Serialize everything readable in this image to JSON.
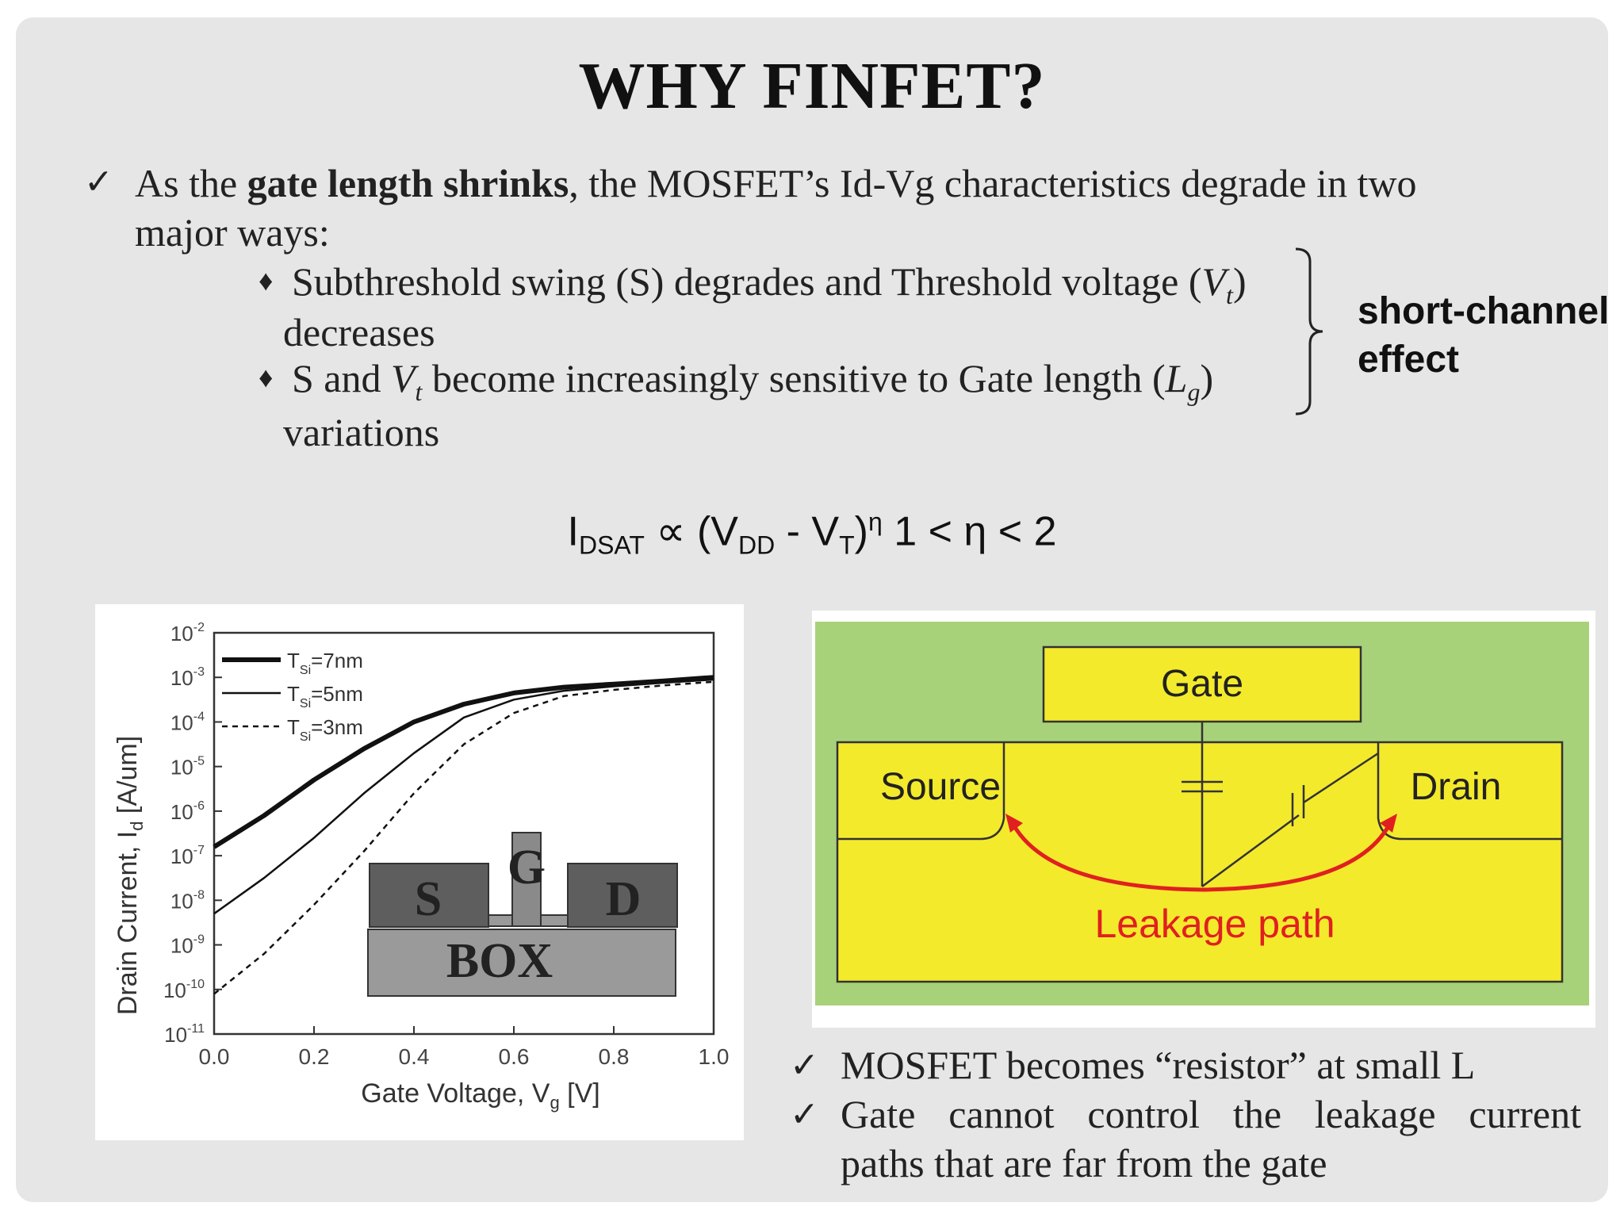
{
  "title": "WHY FINFET?",
  "intro": {
    "prefix": "As the ",
    "bold": "gate length shrinks",
    "suffix": ", the MOSFET’s Id-Vg characteristics degrade in two",
    "line2": "major ways:"
  },
  "bullets": [
    {
      "part1": "Subthreshold swing (S) degrades and Threshold voltage (",
      "sym": "V",
      "sub": "t",
      "part2": ")",
      "line2": "decreases"
    },
    {
      "part1": "S and ",
      "sym": "V",
      "sub": "t",
      "part2": " become increasingly sensitive to Gate length (",
      "sym2": "L",
      "sub2": "g",
      "part3": ")",
      "line2": "variations"
    }
  ],
  "short_channel_label": [
    "short-channel",
    "effect"
  ],
  "formula": {
    "I": "I",
    "I_sub": "DSAT",
    "mid": " ∝ (V",
    "vdd_sub": "DD",
    "minus": " - V",
    "vt_sub": "T",
    "close": ")",
    "exp": "η",
    "range": " 1 < η < 2"
  },
  "chart_data": {
    "type": "line",
    "xlabel": "Gate Voltage, V",
    "xlabel_sub": "g",
    "xlabel_unit": " [V]",
    "ylabel": "Drain Current, I",
    "ylabel_sub": "d",
    "ylabel_unit": " [A/um]",
    "log_y": true,
    "xlim": [
      0.0,
      1.0
    ],
    "ylim_exp": [
      -11,
      -2
    ],
    "x_ticks": [
      "0.0",
      "0.2",
      "0.4",
      "0.6",
      "0.8",
      "1.0"
    ],
    "y_ticks": [
      {
        "base": "10",
        "exp": "-2"
      },
      {
        "base": "10",
        "exp": "-3"
      },
      {
        "base": "10",
        "exp": "-4"
      },
      {
        "base": "10",
        "exp": "-5"
      },
      {
        "base": "10",
        "exp": "-6"
      },
      {
        "base": "10",
        "exp": "-7"
      },
      {
        "base": "10",
        "exp": "-8"
      },
      {
        "base": "10",
        "exp": "-9"
      },
      {
        "base": "10",
        "exp": "-10"
      },
      {
        "base": "10",
        "exp": "-11"
      }
    ],
    "legend_placement": "top-left",
    "series": [
      {
        "name": "T",
        "name_sub": "Si",
        "name_rest": "=7nm",
        "style": "thick",
        "x": [
          0.0,
          0.1,
          0.2,
          0.3,
          0.4,
          0.5,
          0.6,
          0.7,
          0.8,
          0.9,
          1.0
        ],
        "log_y": [
          -6.8,
          -6.1,
          -5.3,
          -4.6,
          -4.0,
          -3.6,
          -3.35,
          -3.22,
          -3.15,
          -3.08,
          -3.0
        ]
      },
      {
        "name": "T",
        "name_sub": "Si",
        "name_rest": "=5nm",
        "style": "thin",
        "x": [
          0.0,
          0.1,
          0.2,
          0.3,
          0.4,
          0.5,
          0.6,
          0.7,
          0.8,
          0.9,
          1.0
        ],
        "log_y": [
          -8.3,
          -7.5,
          -6.6,
          -5.6,
          -4.7,
          -3.9,
          -3.5,
          -3.3,
          -3.2,
          -3.12,
          -3.05
        ]
      },
      {
        "name": "T",
        "name_sub": "Si",
        "name_rest": "=3nm",
        "style": "dashed",
        "x": [
          0.0,
          0.1,
          0.2,
          0.3,
          0.4,
          0.5,
          0.6,
          0.7,
          0.8,
          0.9,
          1.0
        ],
        "log_y": [
          -10.1,
          -9.2,
          -8.1,
          -6.9,
          -5.6,
          -4.5,
          -3.8,
          -3.42,
          -3.28,
          -3.18,
          -3.1
        ]
      }
    ]
  },
  "finfet_inset": {
    "source": "S",
    "gate": "G",
    "drain": "D",
    "box": "BOX"
  },
  "leakage_diagram": {
    "gate": "Gate",
    "source": "Source",
    "drain": "Drain",
    "leakage": "Leakage path",
    "bg": "#a8d27a",
    "silicon": "#f4ea2c",
    "gate_fill": "#f4ea2c",
    "arrow": "#e02020",
    "label_color": "#e02020"
  },
  "bottom_bullets": [
    "MOSFET becomes “resistor” at small L",
    "Gate cannot control the leakage current",
    "paths that are far from the gate"
  ],
  "check_icon": "✓",
  "diamond_icon": "♦"
}
